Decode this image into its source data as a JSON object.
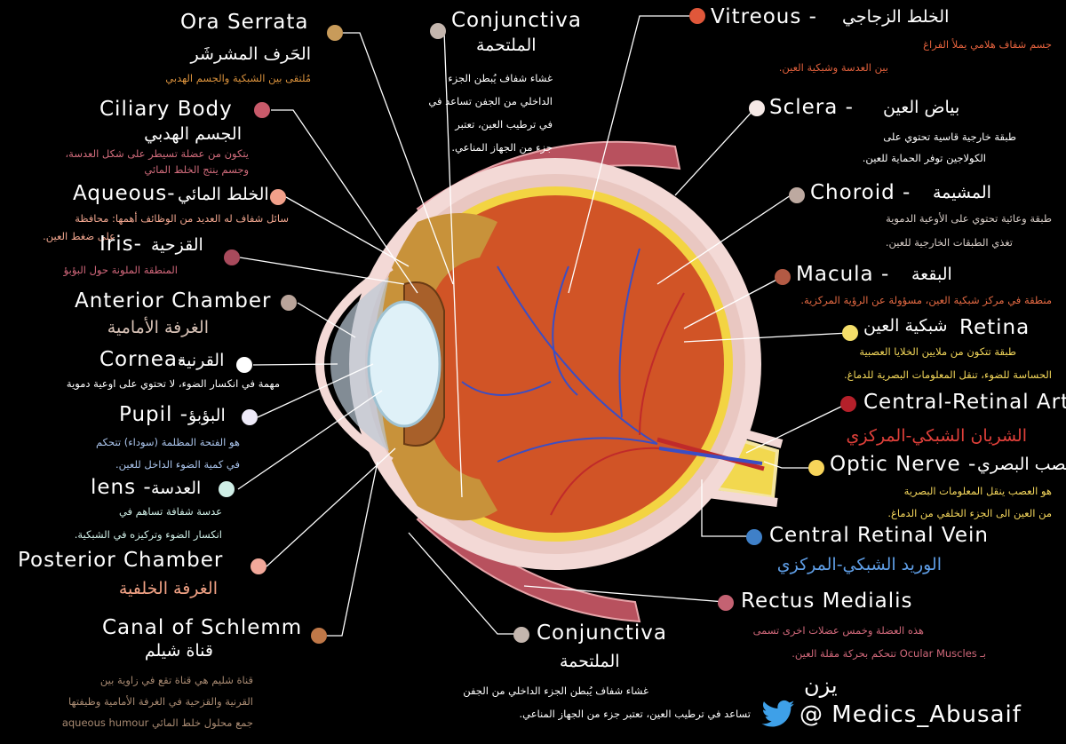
{
  "colors": {
    "background": "#000000",
    "sclera": "#f3d9d6",
    "choroid": "#e9c7c1",
    "retina_ring": "#f3d442",
    "vitreous": "#d15426",
    "vessel": "#3b4ec4",
    "ciliary": "#c8923a",
    "lens": "#dff1f8",
    "muscle": "#b8515e",
    "nerve": "#f2d84f",
    "artery": "#c02a2a"
  },
  "labels": {
    "ora_serrata": {
      "en": "Ora Serrata",
      "ar": "الحَرف المشرشَر",
      "desc": [
        "مُلتقى بين الشبكية والجسم الهدبي"
      ],
      "dot_color": "#c89b5a",
      "desc_color": "#d9913c"
    },
    "ciliary_body": {
      "en": "Ciliary Body",
      "ar": "الجسم الهدبي",
      "desc": [
        "يتكون من عضلة تسيطر على شكل العدسة،",
        "وجسم ينتج الخلط المائي"
      ],
      "dot_color": "#c85a6a",
      "desc_color": "#d06b7b"
    },
    "aqueous": {
      "en": "Aqueous-",
      "ar": "الخلط المائي",
      "desc": [
        "سائل شفاف له العديد من الوظائف أهمها: محافظة",
        "على ضغط العين."
      ],
      "dot_color": "#f2a08a",
      "desc_color": "#f0a58e"
    },
    "iris": {
      "en": "Iris-",
      "ar": "القزحية",
      "desc": [
        "المنطقة الملونة حول البؤبؤ"
      ],
      "dot_color": "#a84a5c",
      "desc_color": "#d0667a"
    },
    "anterior_chamber": {
      "en": "Anterior Chamber",
      "ar": "الغرفة الأمامية",
      "desc": [],
      "dot_color": "#b9a49a",
      "desc_color": "#d8c2b6"
    },
    "cornea": {
      "en": "Cornea-",
      "ar": "القرنية",
      "desc": [
        "مهمة في انكسار الضوء، لا تحتوي على اوعية دموية"
      ],
      "dot_color": "#ffffff",
      "desc_color": "#ffffff"
    },
    "pupil": {
      "en": "Pupil -",
      "ar": "البؤبؤ",
      "desc": [
        "هو الفتحة المظلمة (سوداء) تتحكم",
        "في كمية الضوء الداخل للعين."
      ],
      "dot_color": "#eeeaf8",
      "desc_color": "#a9c3ea"
    },
    "lens": {
      "en": "lens -",
      "ar": "العدسة",
      "desc": [
        "عدسة شفافة تساهم في",
        "انكسار الضوء وتركيزه في الشبكية."
      ],
      "dot_color": "#cfeee6",
      "desc_color": "#cfeee6"
    },
    "posterior_chamber": {
      "en": "Posterior Chamber",
      "ar": "الغرفة الخلفية",
      "desc": [],
      "dot_color": "#f2a89a",
      "desc_color": "#f0a184"
    },
    "canal_of_schlemm": {
      "en": "Canal of Schlemm",
      "ar": "قناة شيلم",
      "desc": [
        "قناة شليم هي قناة تقع في زاوية بين",
        "القرنية والقزحية في الغرفة الأمامية وظيفتها",
        "جمع محلول خلط المائي aqueous humour"
      ],
      "dot_color": "#c07848",
      "desc_color": "#a88a72"
    },
    "conjunctiva_top": {
      "en": "Conjunctiva",
      "ar": "الملتحمة",
      "desc": [
        "غشاء شفاف يُبطن الجزء",
        "الداخلي من الجفن تساعد في",
        "في ترطيب العين، تعتبر",
        "جزء من الجهاز المناعي."
      ],
      "dot_color": "#c4b6ae",
      "desc_color": "#ffffff"
    },
    "vitreous": {
      "en": "Vitreous -",
      "ar": "الخلط الزجاجي",
      "desc": [
        "جسم شفاف هلامي يملأ الفراغ",
        "بين العدسة وشبكية العين."
      ],
      "dot_color": "#e0573a",
      "desc_color": "#e0603c"
    },
    "sclera": {
      "en": "Sclera -",
      "ar": "بياض العين",
      "desc": [
        "طبقة خارجية قاسية تحتوي على",
        "الكولاجين توفر الحماية للعين."
      ],
      "dot_color": "#f6e9e6",
      "desc_color": "#ffffff"
    },
    "choroid": {
      "en": "Choroid -",
      "ar": "المشيمة",
      "desc": [
        "طبقة وعائية تحتوي على الأوعية الدموية",
        "تغذي الطبقات الخارجية للعين."
      ],
      "dot_color": "#bda9a0",
      "desc_color": "#d6ccc6"
    },
    "macula": {
      "en": "Macula -",
      "ar": "البقعة",
      "desc": [
        "منطقة في مركز شبكية العين، مسؤولة عن الرؤية المركزية."
      ],
      "dot_color": "#b35a44",
      "desc_color": "#e56a43"
    },
    "retina": {
      "en": "Retina",
      "ar": "شبكية العين",
      "desc": [
        "طبقة تتكون من ملايين الخلايا العصبية",
        "الحساسة للضوء، تنقل المعلومات البصرية للدماغ."
      ],
      "dot_color": "#f4de6a",
      "desc_color": "#f4d85a"
    },
    "central_retinal_art": {
      "en": "Central-Retinal Art.",
      "ar": "الشريان الشبكي-المركزي",
      "desc": [],
      "dot_color": "#b5202a",
      "desc_color": "#e0403a"
    },
    "optic_nerve": {
      "en": "Optic Nerve -",
      "ar": "العصب البصري",
      "desc": [
        "هو العصب ينقل المعلومات البصرية",
        "من العين الى الجزء الخلفي من الدماغ."
      ],
      "dot_color": "#f7d45a",
      "desc_color": "#f4d65c"
    },
    "central_retinal_vein": {
      "en": "Central Retinal Vein",
      "ar": "الوريد الشبكي-المركزي",
      "desc": [],
      "dot_color": "#3f80c8",
      "desc_color": "#5f9ee6"
    },
    "rectus_medialis": {
      "en": "Rectus Medialis",
      "ar": "",
      "desc": [
        "هذه العضلة وخمس عضلات اخرى تسمى",
        "بـ Ocular Muscles تتحكم بحركة مقلة العين."
      ],
      "dot_color": "#c46272",
      "desc_color": "#d0687a"
    },
    "conjunctiva_bottom": {
      "en": "Conjunctiva",
      "ar": "الملتحمة",
      "desc": [
        "غشاء شفاف يُبطن الجزء الداخلي من الجفن",
        "تساعد في ترطيب العين، تعتبر جزء من الجهاز المناعي."
      ],
      "dot_color": "#c4b6ae",
      "desc_color": "#ffffff"
    }
  },
  "signature": {
    "ar": "يزن",
    "handle": "@ Medics_Abusaif",
    "icon": "twitter-bird-icon",
    "icon_color": "#3ea0e8"
  }
}
